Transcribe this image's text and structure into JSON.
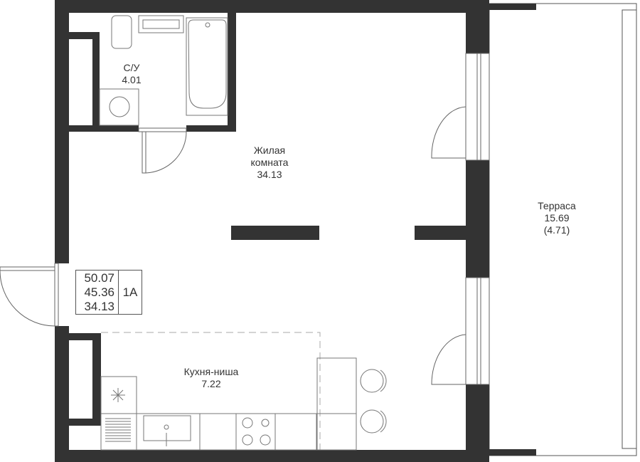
{
  "rooms": {
    "bathroom": {
      "name": "С/У",
      "area": "4.01"
    },
    "living": {
      "name_line1": "Жилая",
      "name_line2": "комната",
      "area": "34.13"
    },
    "terrace": {
      "name": "Терраса",
      "area": "15.69",
      "reduced_area": "(4.71)"
    },
    "kitchen": {
      "name": "Кухня-ниша",
      "area": "7.22"
    }
  },
  "info_box": {
    "total_area": "50.07",
    "living_area_total": "45.36",
    "living_room_area": "34.13",
    "apartment_type": "1A"
  },
  "colors": {
    "wall": "#333333",
    "line": "#666666"
  }
}
